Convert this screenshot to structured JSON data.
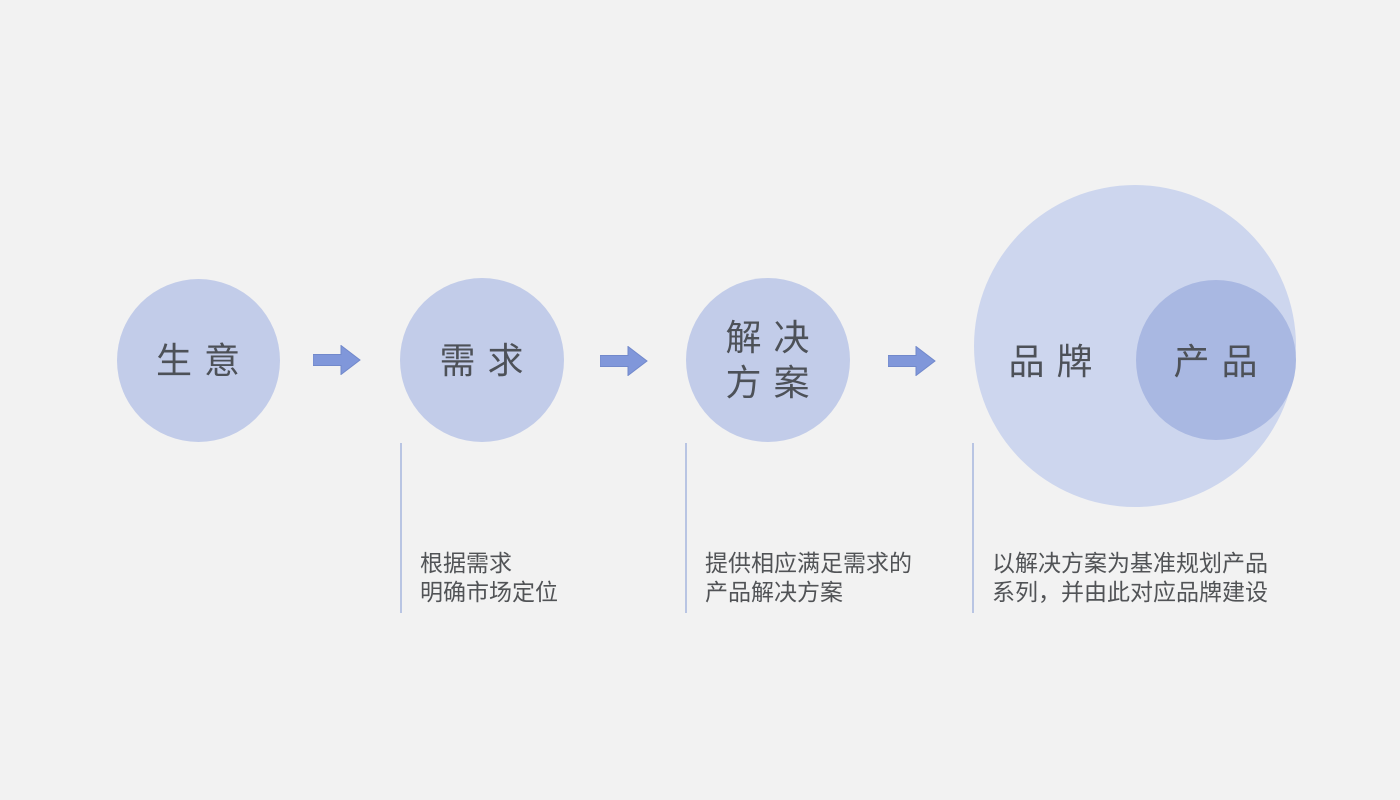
{
  "colors": {
    "background": "#f2f2f2",
    "circle-fill": "#c2cce9",
    "big-circle-fill": "#cdd6ee",
    "inner-circle-fill": "#a9b8e2",
    "arrow-fill": "#8097da",
    "arrow-stroke": "#7289cb",
    "label-text": "#4d5158",
    "note-text": "#515356",
    "note-line": "#b9c5e3"
  },
  "flow": {
    "stages": [
      {
        "id": "business",
        "label": "生 意"
      },
      {
        "id": "demand",
        "label": "需 求",
        "note": {
          "line1": "根据需求",
          "line2": "明确市场定位"
        }
      },
      {
        "id": "solution",
        "label_line1": "解 决",
        "label_line2": "方 案",
        "note": {
          "line1": "提供相应满足需求的",
          "line2": "产品解决方案"
        }
      },
      {
        "id": "brand-product",
        "label": "品 牌",
        "inner_label": "产 品",
        "note": {
          "line1": "以解决方案为基准规划产品",
          "line2": "系列，并由此对应品牌建设"
        }
      }
    ]
  }
}
